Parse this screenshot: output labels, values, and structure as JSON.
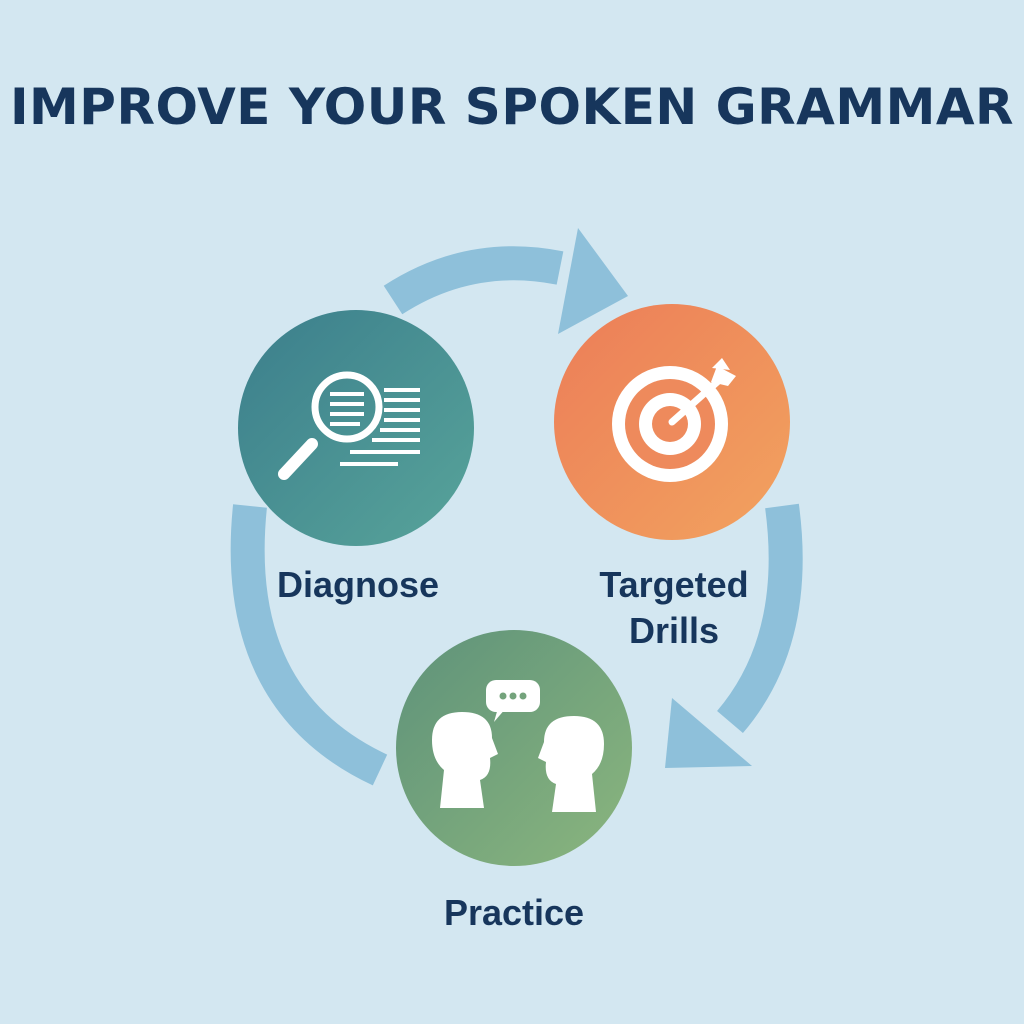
{
  "title": "IMPROVE YOUR SPOKEN GRAMMAR",
  "colors": {
    "background": "#d3e7f1",
    "title_text": "#17365c",
    "arrow": "#8ec0da",
    "diagnose_circle": "#3f8f8f",
    "drills_circle": "#ee8a5c",
    "practice_circle": "#74a37c"
  },
  "steps": [
    {
      "label": "Diagnose",
      "icon": "magnifier-document-icon"
    },
    {
      "label_line1": "Targeted",
      "label_line2": "Drills",
      "icon": "target-arrow-icon"
    },
    {
      "label": "Practice",
      "icon": "conversation-people-icon"
    }
  ]
}
